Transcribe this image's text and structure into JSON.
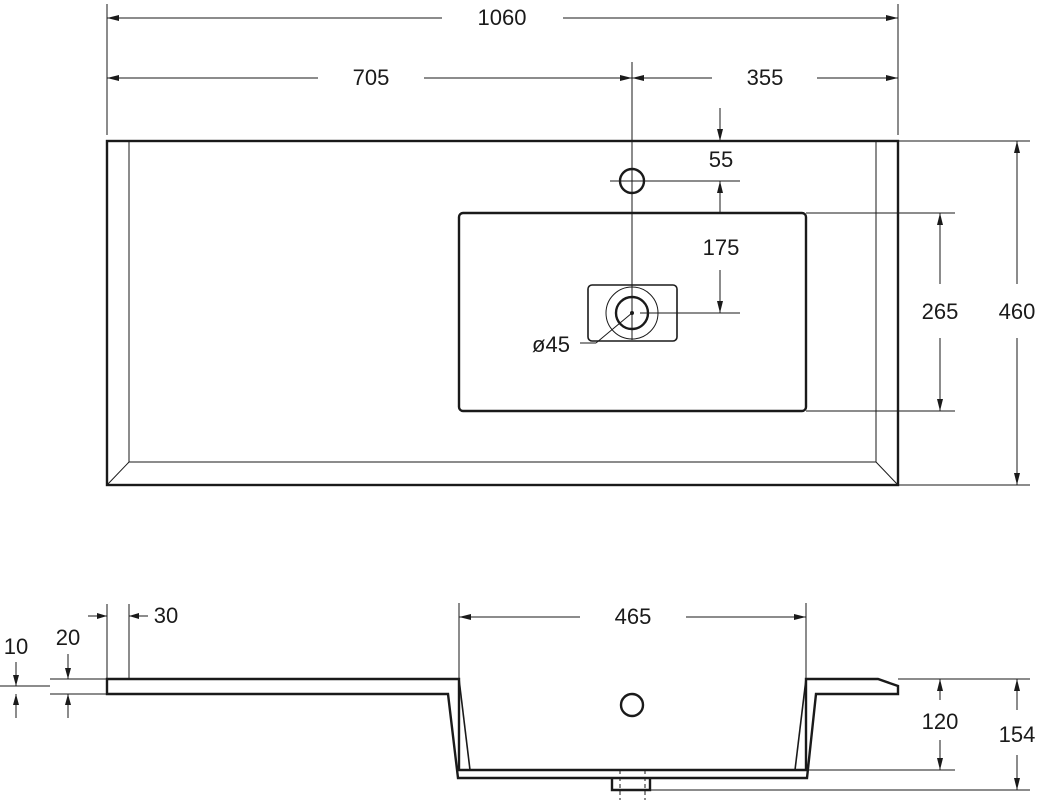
{
  "drawing": {
    "colors": {
      "line": "#1a1a1a",
      "background": "#ffffff"
    },
    "top_view": {
      "dimensions": {
        "overall_width": "1060",
        "left_offset": "705",
        "right_offset": "355",
        "tap_hole_offset": "55",
        "drain_offset": "175",
        "basin_depth": "265",
        "overall_depth": "460",
        "drain_diameter": "ø45"
      }
    },
    "side_view": {
      "dimensions": {
        "edge_thickness": "10",
        "slab_thickness": "20",
        "rim_offset": "30",
        "bowl_width": "465",
        "bowl_depth": "120",
        "total_height": "154"
      }
    }
  }
}
